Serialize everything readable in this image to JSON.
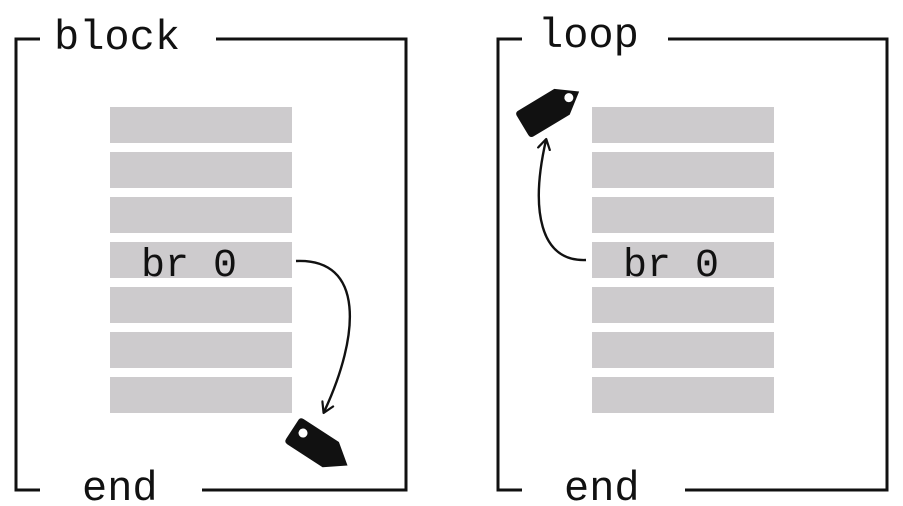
{
  "colors": {
    "ink": "#111111",
    "bar": "#cdcbcd",
    "background": "#ffffff"
  },
  "panels": [
    {
      "keyword": "block",
      "end_label": "end",
      "instruction": "br 0",
      "branch_direction": "forward",
      "row_count": 7,
      "instruction_row_index": 3,
      "target_icon": "tag-icon"
    },
    {
      "keyword": "loop",
      "end_label": "end",
      "instruction": "br 0",
      "branch_direction": "backward",
      "row_count": 7,
      "instruction_row_index": 3,
      "target_icon": "tag-icon"
    }
  ]
}
